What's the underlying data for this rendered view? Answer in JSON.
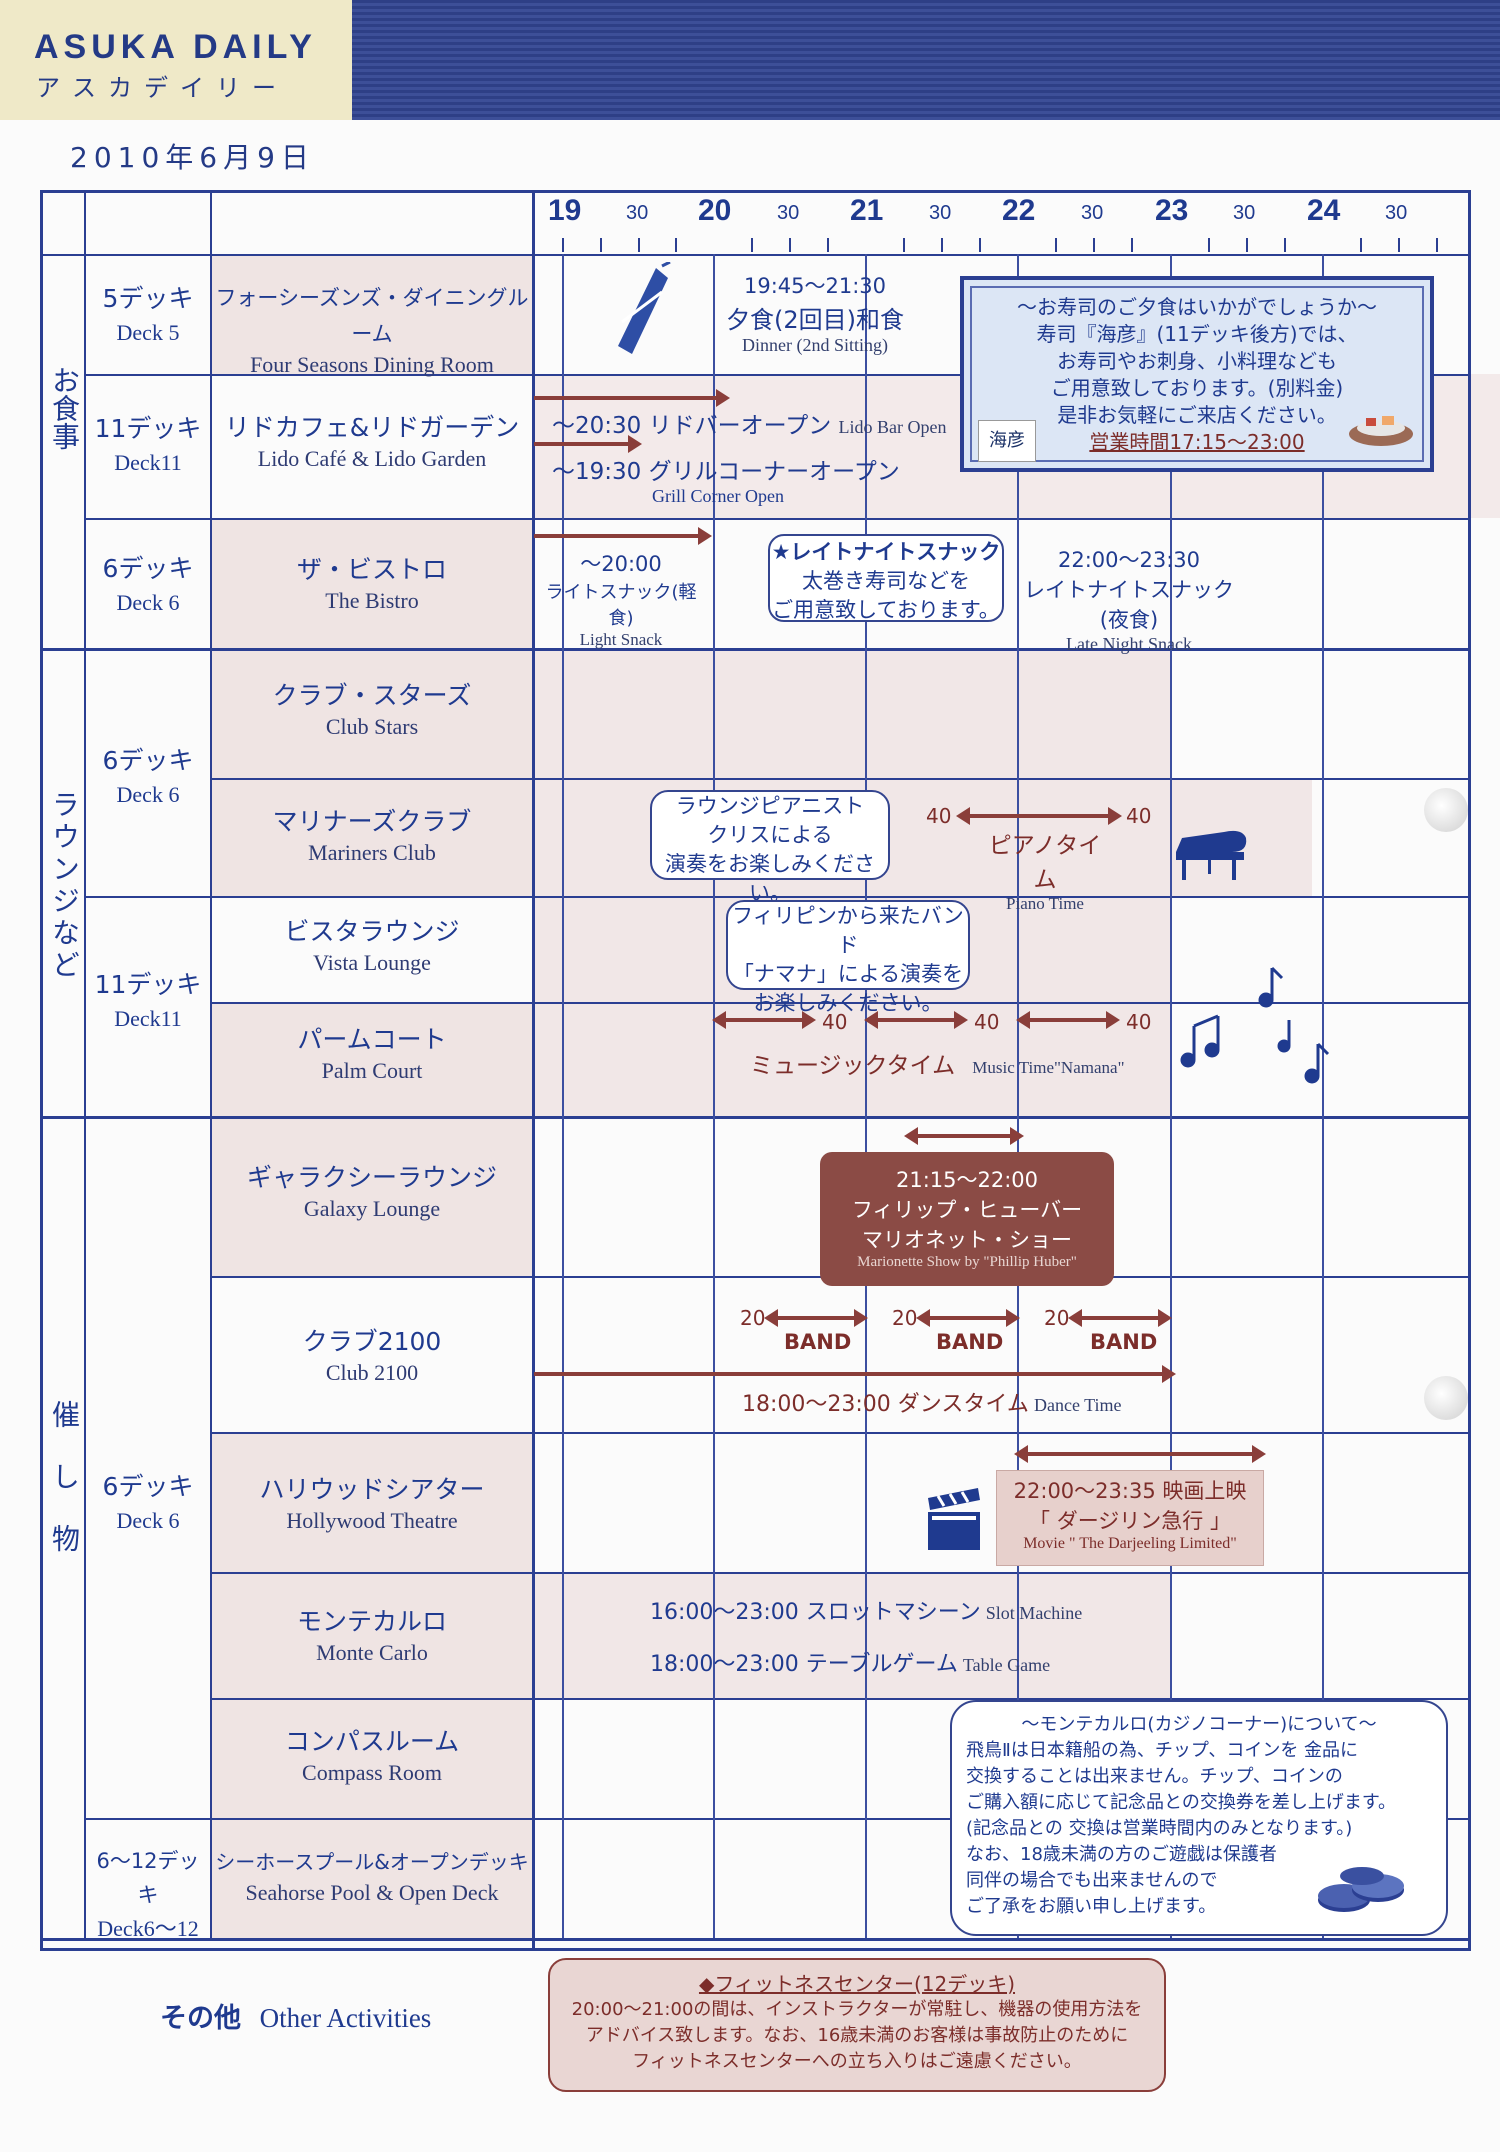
{
  "header": {
    "brand": "ASUKA DAILY",
    "brand_kana": "アスカデイリー",
    "date": "2010年6月9日"
  },
  "timeline": {
    "hours": [
      "19",
      "20",
      "21",
      "22",
      "23",
      "24"
    ],
    "half": "30"
  },
  "categories": {
    "dining": "お食事",
    "lounge": "ラウンジなど",
    "events": "催し物",
    "other": "その他",
    "other_en": "Other Activities"
  },
  "decks": {
    "d5": {
      "jp": "5デッキ",
      "en": "Deck 5"
    },
    "d11a": {
      "jp": "11デッキ",
      "en": "Deck11"
    },
    "d6a": {
      "jp": "6デッキ",
      "en": "Deck 6"
    },
    "d6b": {
      "jp": "6デッキ",
      "en": "Deck 6"
    },
    "d11b": {
      "jp": "11デッキ",
      "en": "Deck11"
    },
    "d6c": {
      "jp": "6デッキ",
      "en": "Deck 6"
    },
    "d612": {
      "jp": "6〜12デッキ",
      "en": "Deck6〜12"
    }
  },
  "venues": {
    "four_seasons": {
      "jp": "フォーシーズンズ・ダイニングルーム",
      "en": "Four Seasons Dining Room"
    },
    "lido": {
      "jp": "リドカフェ&リドガーデン",
      "en": "Lido Café & Lido Garden"
    },
    "bistro": {
      "jp": "ザ・ビストロ",
      "en": "The Bistro"
    },
    "club_stars": {
      "jp": "クラブ・スターズ",
      "en": "Club Stars"
    },
    "mariners": {
      "jp": "マリナーズクラブ",
      "en": "Mariners Club"
    },
    "vista": {
      "jp": "ビスタラウンジ",
      "en": "Vista Lounge"
    },
    "palm": {
      "jp": "パームコート",
      "en": "Palm Court"
    },
    "galaxy": {
      "jp": "ギャラクシーラウンジ",
      "en": "Galaxy Lounge"
    },
    "club2100": {
      "jp": "クラブ2100",
      "en": "Club 2100"
    },
    "hollywood": {
      "jp": "ハリウッドシアター",
      "en": "Hollywood Theatre"
    },
    "monte": {
      "jp": "モンテカルロ",
      "en": "Monte Carlo"
    },
    "compass": {
      "jp": "コンパスルーム",
      "en": "Compass Room"
    },
    "seahorse": {
      "jp": "シーホースプール&オープンデッキ",
      "en": "Seahorse Pool & Open Deck"
    }
  },
  "events": {
    "dinner_time": "19:45〜21:30",
    "dinner_jp": "夕食(2回目)和食",
    "dinner_en": "Dinner (2nd Sitting)",
    "lido_bar": "〜20:30 リドバーオープン",
    "lido_bar_en": "Lido Bar Open",
    "grill": "〜19:30 グリルコーナーオープン",
    "grill_en": "Grill Corner Open",
    "light_time": "〜20:00",
    "light_jp": "ライトスナック(軽食)",
    "light_en": "Light Snack",
    "late_time": "22:00〜23:30",
    "late_jp": "レイトナイトスナック(夜食)",
    "late_en": "Late Night Snack",
    "piano_40a": "40",
    "piano_40b": "40",
    "piano_jp": "ピアノタイム",
    "piano_en": "Piano Time",
    "music_40a": "40",
    "music_40b": "40",
    "music_40c": "40",
    "music_jp": "ミュージックタイム",
    "music_en": "Music Time\"Namana\"",
    "marionette_time": "21:15〜22:00",
    "marionette_jp1": "フィリップ・ヒューバー",
    "marionette_jp2": "マリオネット・ショー",
    "marionette_en": "Marionette Show by \"Phillip Huber\"",
    "band_20": "20",
    "band": "BAND",
    "dance": "18:00〜23:00 ダンスタイム",
    "dance_en": "Dance Time",
    "movie_time": "22:00〜23:35 映画上映",
    "movie_jp": "「 ダージリン急行 」",
    "movie_en": "Movie \" The Darjeeling Limited\"",
    "slot": "16:00〜23:00 スロットマシーン",
    "slot_en": "Slot Machine",
    "table": "18:00〜23:00 テーブルゲーム",
    "table_en": "Table Game"
  },
  "notes": {
    "sushi_title": "〜お寿司のご夕食はいかがでしょうか〜",
    "sushi_l1": "寿司『海彦』(11デッキ後方)では、",
    "sushi_l2": "お寿司やお刺身、小料理なども",
    "sushi_l3": "ご用意致しております。(別料金)",
    "sushi_l4": "是非お気軽にご来店ください。",
    "sushi_hours": "営業時間17:15〜23:00",
    "sushi_logo": "海彦",
    "late_bubble_l1": "★レイトナイトスナック",
    "late_bubble_l2": "太巻き寿司などを",
    "late_bubble_l3": "ご用意致しております。",
    "pianist_l1": "ラウンジピアニスト",
    "pianist_l2": "クリスによる",
    "pianist_l3": "演奏をお楽しみください。",
    "band_l1": "フィリピンから来たバンド",
    "band_l2": "「ナマナ」による演奏を",
    "band_l3": "お楽しみください。",
    "casino_title": "〜モンテカルロ(カジノコーナー)について〜",
    "casino_l1": "飛鳥Ⅱは日本籍船の為、チップ、コインを 金品に",
    "casino_l2": "交換することは出来ません。チップ、コインの",
    "casino_l3": "ご購入額に応じて記念品との交換券を差し上げます。",
    "casino_l4": "(記念品との 交換は営業時間内のみとなります。)",
    "casino_l5": "なお、18歳未満の方のご遊戯は保護者",
    "casino_l6": "同伴の場合でも出来ませんので",
    "casino_l7": "ご了承をお願い申し上げます。",
    "fitness_title": "◆フィットネスセンター(12デッキ)",
    "fitness_l1": "20:00〜21:00の間は、インストラクターが常駐し、機器の使用方法を",
    "fitness_l2": "アドバイス致します。なお、16歳未満のお客様は事故防止のために",
    "fitness_l3": "フィットネスセンターへの立ち入りはご遠慮ください。"
  },
  "colors": {
    "navy": "#1f3a8f",
    "maroon": "#8a3e3a",
    "shade": "#efe4e3",
    "header_cream": "#efe9c8"
  }
}
